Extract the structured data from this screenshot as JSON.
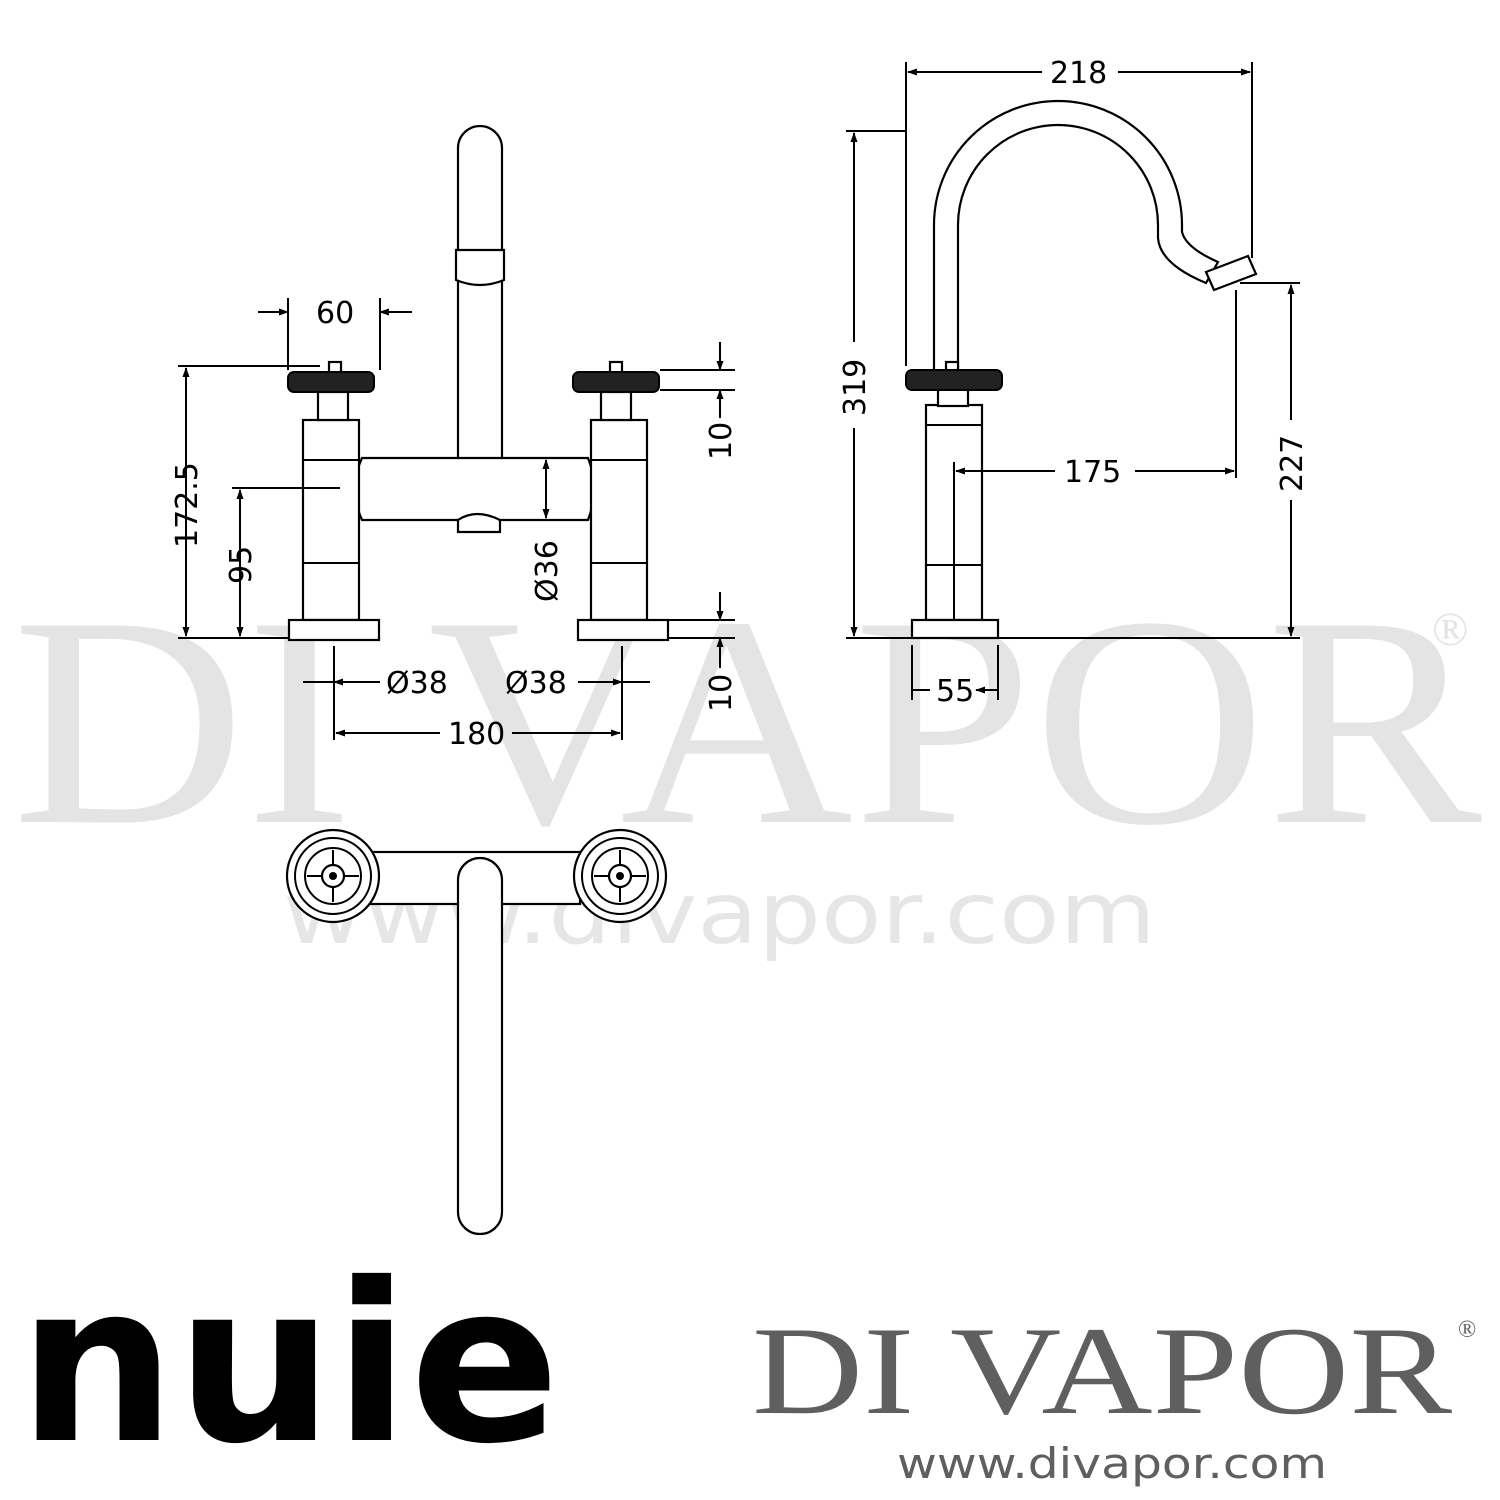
{
  "watermark": {
    "wordmark": "DI VAPOR",
    "registered": "®",
    "url": "www.divapor.com"
  },
  "dimensions": {
    "handle_width": "60",
    "total_height": "172.5",
    "body_height": "95",
    "body_diameter": "Ø36",
    "handle_thickness": "10",
    "base_thickness": "10",
    "base_diameter_left": "Ø38",
    "base_diameter_right": "Ø38",
    "centres": "180",
    "spout_span": "218",
    "side_height": "319",
    "spout_outlet_height": "227",
    "spout_reach": "175",
    "side_base": "55"
  },
  "footer": {
    "manufacturer_logo": "nuie",
    "brand_wordmark": "DI VAPOR",
    "brand_registered": "®",
    "brand_url": "www.divapor.com"
  },
  "colors": {
    "line": "#000000",
    "watermark": "#e4e4e4",
    "brand_grey": "#5f5f5f"
  }
}
